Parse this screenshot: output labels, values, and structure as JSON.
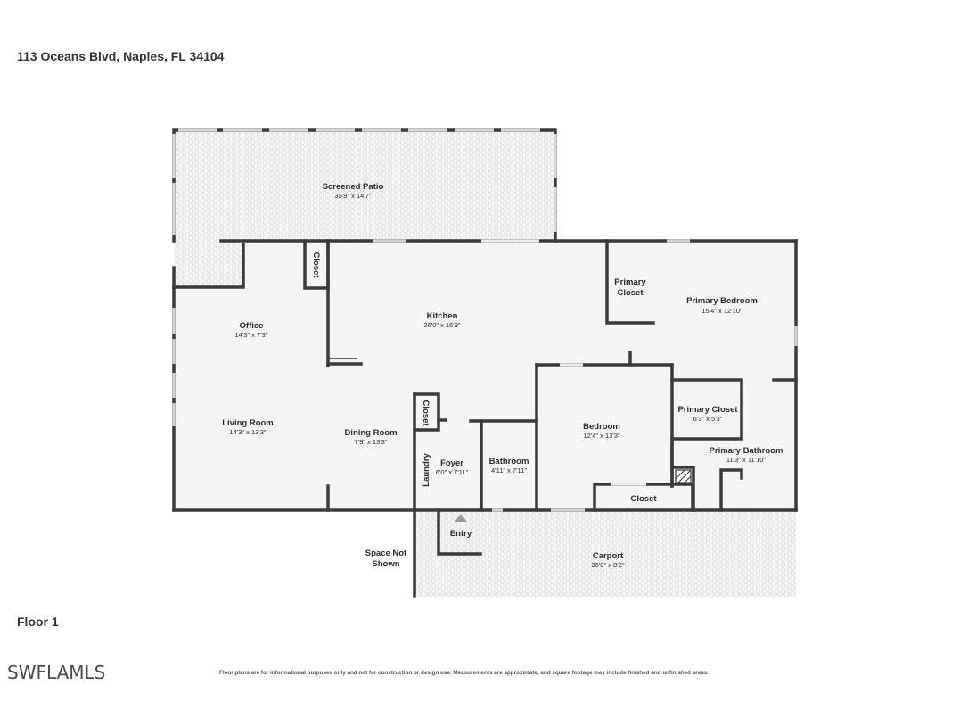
{
  "header": {
    "address": "113 Oceans Blvd, Naples, FL 34104"
  },
  "footer": {
    "floor_label": "Floor 1",
    "logo_text": "SWFLAMLS",
    "disclaimer": "Floor plans are for informational purposes only and not for construction or design use. Measurements are approximate, and square footage may include finished and unfinished areas."
  },
  "colors": {
    "wall": "#3a3a3a",
    "floor": "#f4f4f4",
    "outdoor_pattern": "#e4e4e4",
    "window": "#d8d8d8"
  },
  "rooms": {
    "screened_patio": {
      "name": "Screened Patio",
      "dim": "35'9\" x 14'7\""
    },
    "kitchen": {
      "name": "Kitchen",
      "dim": "26'0\" x 16'9\""
    },
    "office": {
      "name": "Office",
      "dim": "14'3\" x 7'3\""
    },
    "living_room": {
      "name": "Living Room",
      "dim": "14'3\" x 13'3\""
    },
    "dining_room": {
      "name": "Dining Room",
      "dim": "7'9\" x 13'3\""
    },
    "primary_closet_top": {
      "name_line1": "Primary",
      "name_line2": "Closet"
    },
    "primary_bedroom": {
      "name": "Primary Bedroom",
      "dim": "15'4\" x 12'10\""
    },
    "closet_upper": {
      "name": "Closet"
    },
    "closet_mid": {
      "name": "Closet"
    },
    "foyer": {
      "name": "Foyer",
      "dim": "6'0\" x 7'11\""
    },
    "laundry": {
      "name": "Laundry"
    },
    "bathroom": {
      "name": "Bathroom",
      "dim": "4'11\" x 7'11\""
    },
    "bedroom": {
      "name": "Bedroom",
      "dim": "12'4\" x 13'3\""
    },
    "primary_closet_2": {
      "name": "Primary Closet",
      "dim": "6'3\" x 5'3\""
    },
    "primary_bathroom": {
      "name": "Primary Bathroom",
      "dim": "11'3\" x 11'10\""
    },
    "closet_bedroom": {
      "name": "Closet"
    },
    "entry": {
      "name": "Entry"
    },
    "carport": {
      "name": "Carport",
      "dim": "36'0\" x 8'2\""
    },
    "space_not_shown": {
      "name_line1": "Space Not",
      "name_line2": "Shown"
    }
  }
}
